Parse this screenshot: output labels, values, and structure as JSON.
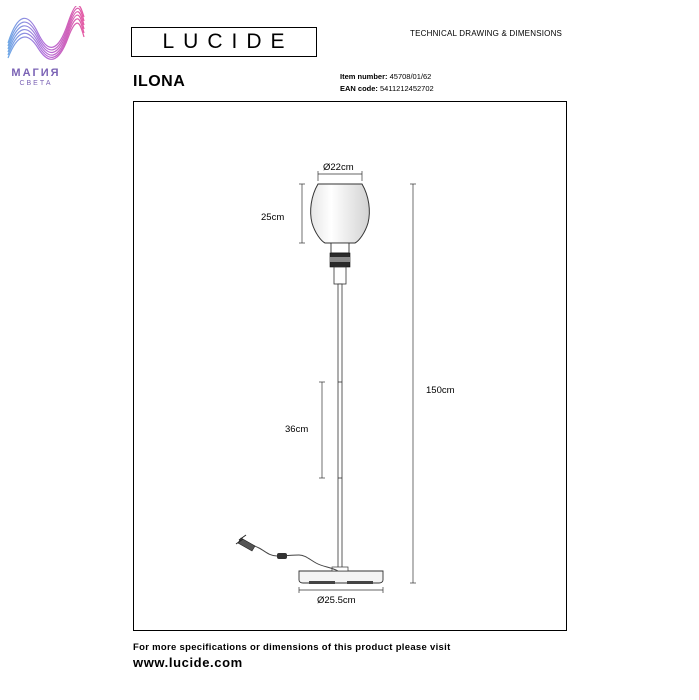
{
  "watermark": {
    "line1": "МАГИЯ",
    "line2": "СВЕТА",
    "color": "#7b63b5"
  },
  "brand": {
    "logo_text": "LUCIDE"
  },
  "header": {
    "doc_type": "TECHNICAL DRAWING & DIMENSIONS"
  },
  "product": {
    "name": "ILONA",
    "item_label": "Item number:",
    "item_value": "45708/01/62",
    "ean_label": "EAN code:",
    "ean_value": "5411212452702"
  },
  "dimensions": {
    "shade_diameter": "Ø22cm",
    "shade_height": "25cm",
    "total_height": "150cm",
    "segment_height": "36cm",
    "base_diameter": "Ø25.5cm"
  },
  "footer": {
    "line1": "For more specifications or dimensions of this product please visit",
    "line2": "www.lucide.com"
  }
}
